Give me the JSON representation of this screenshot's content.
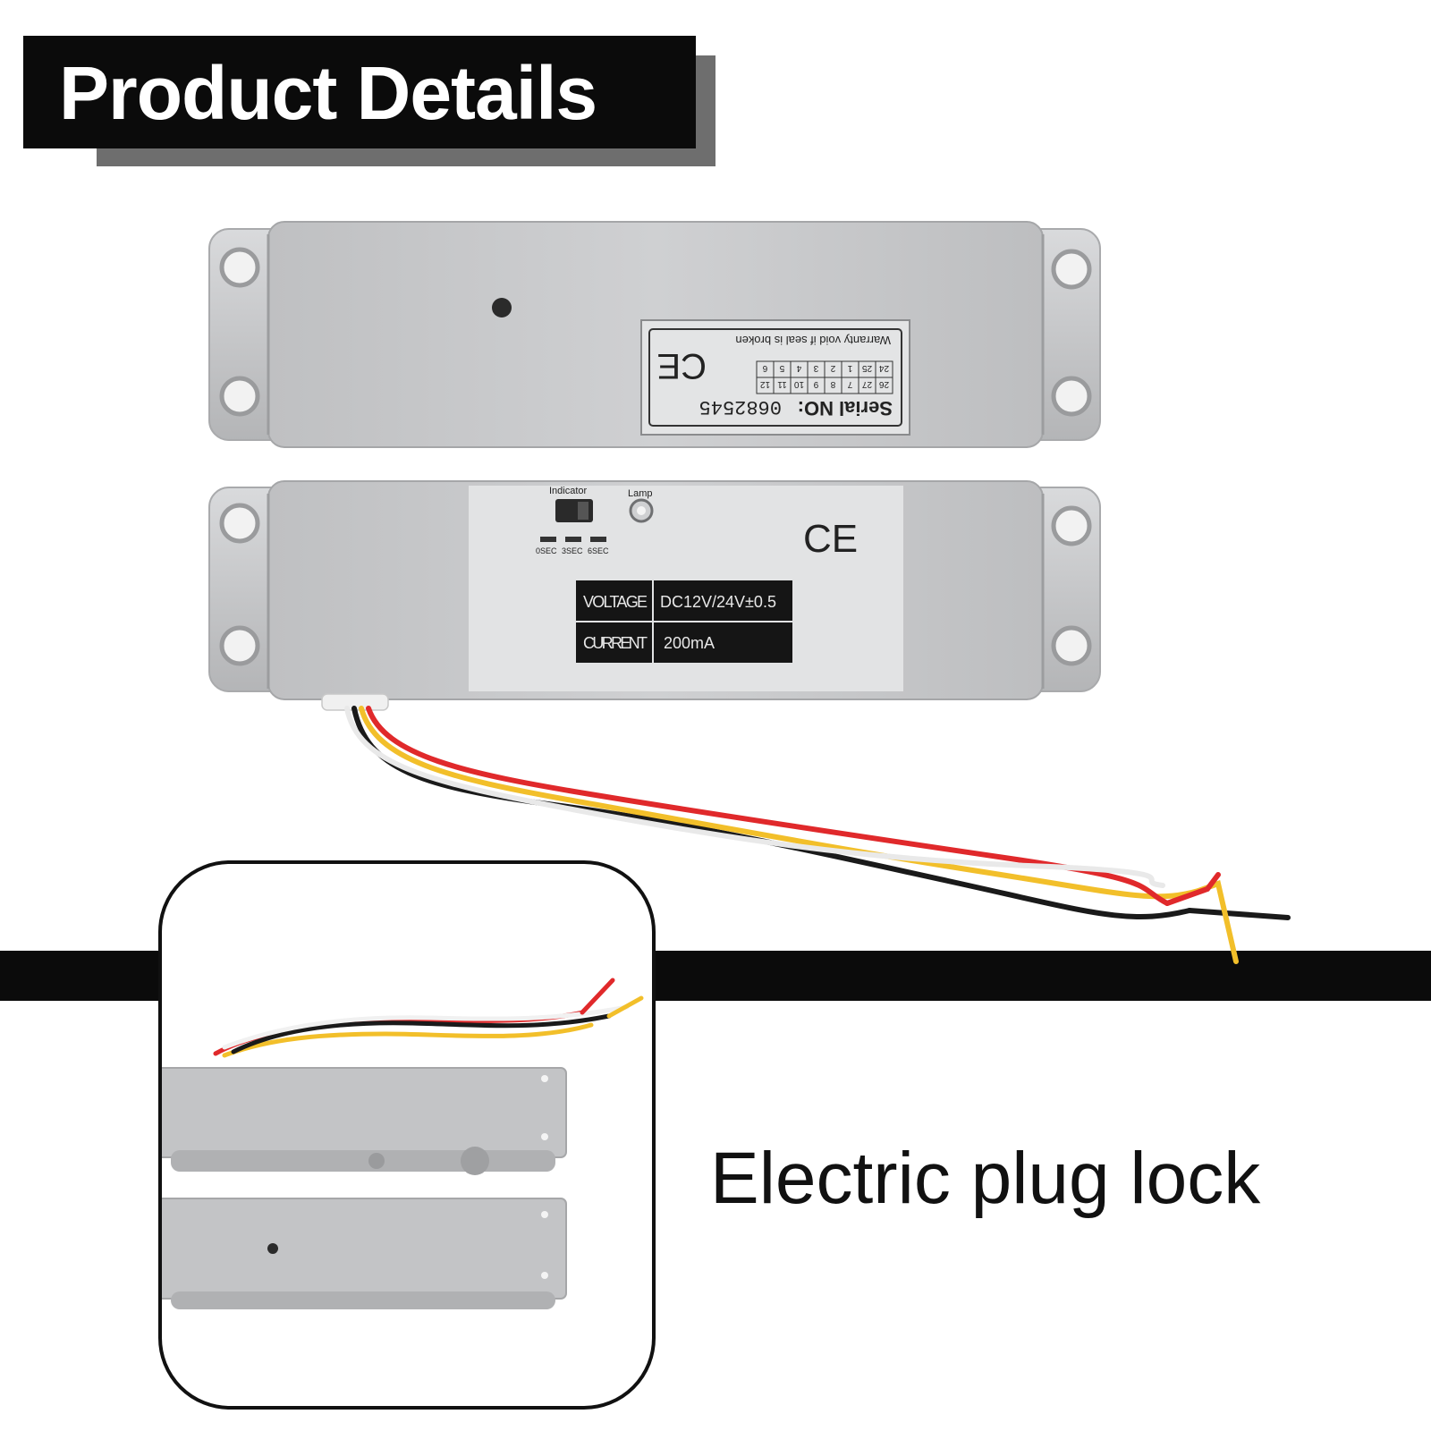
{
  "banner": {
    "title": "Product Details"
  },
  "top_label": {
    "warranty": "Warranty void if seal is broken",
    "serial_prefix": "Serial NO:",
    "serial_number": "0682545",
    "grid_row1": [
      "26",
      "27",
      "7",
      "8",
      "9",
      "10",
      "11",
      "12"
    ],
    "grid_row2": [
      "24",
      "25",
      "1",
      "2",
      "3",
      "4",
      "5",
      "6"
    ],
    "ce_mark": "CE"
  },
  "bottom_label": {
    "indicator": "Indicator",
    "lamp": "Lamp",
    "delays": [
      "0SEC",
      "3SEC",
      "6SEC"
    ],
    "ce_mark": "CE",
    "voltage_key": "VOLTAGE",
    "voltage_value": "DC12V/24V±0.5",
    "current_key": "CURRENT",
    "current_value": "200mA"
  },
  "caption": "Electric plug lock",
  "colors": {
    "body_silver": "#c8c9cb",
    "label_bg": "#e2e3e4",
    "wire_red": "#e0292b",
    "wire_yellow": "#f2bf2a",
    "wire_black": "#1a1a1a",
    "wire_white": "#f4f4f4"
  }
}
